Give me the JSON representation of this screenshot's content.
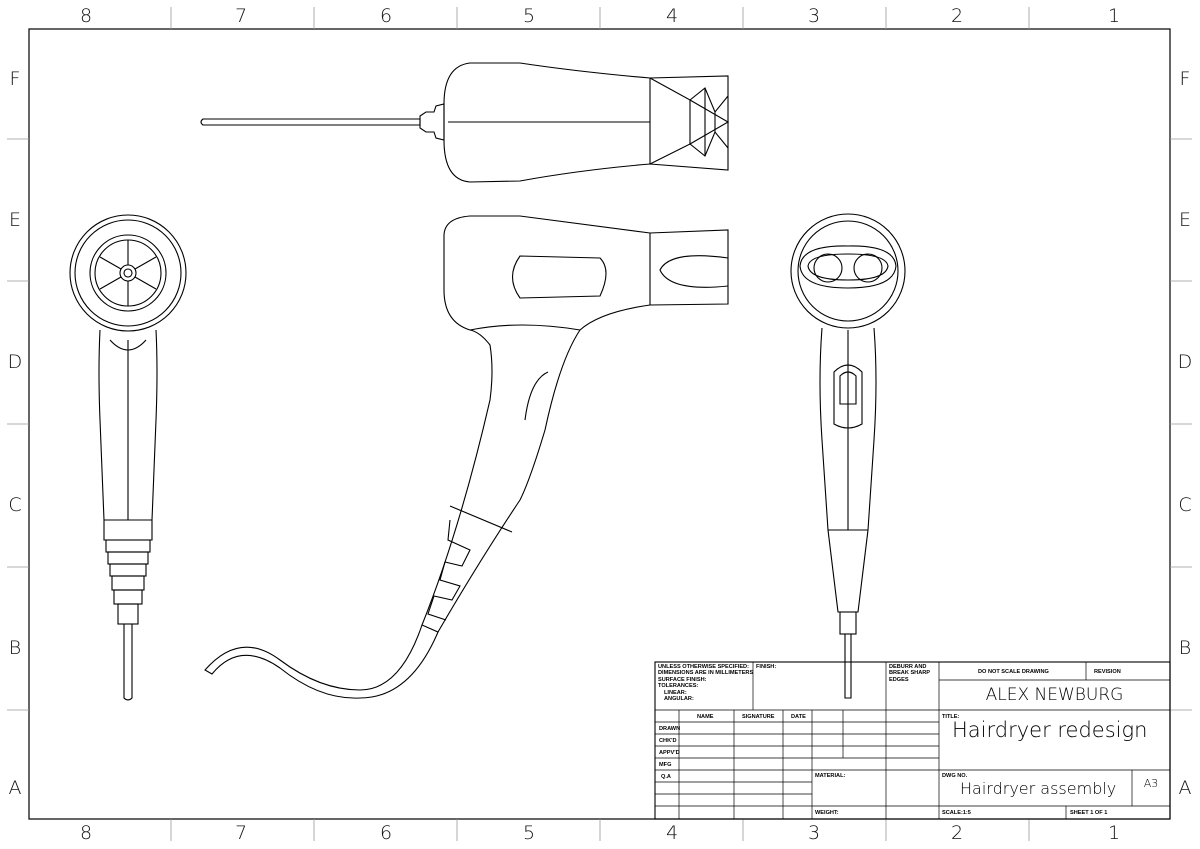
{
  "border": {
    "columns": [
      "8",
      "7",
      "6",
      "5",
      "4",
      "3",
      "2",
      "1"
    ],
    "rows": [
      "F",
      "E",
      "D",
      "C",
      "B",
      "A"
    ]
  },
  "title_block": {
    "tolerance_note": [
      "UNLESS OTHERWISE SPECIFIED:",
      "DIMENSIONS ARE IN MILLIMETERS",
      "SURFACE FINISH:",
      "TOLERANCES:",
      "LINEAR:",
      "ANGULAR:"
    ],
    "finish_label": "FINISH:",
    "deburr_note": [
      "DEBURR AND",
      "BREAK SHARP",
      "EDGES"
    ],
    "do_not_scale": "DO NOT SCALE DRAWING",
    "revision_label": "REVISION",
    "company": "ALEX NEWBURG",
    "columns": {
      "name": "NAME",
      "signature": "SIGNATURE",
      "date": "DATE"
    },
    "rows": [
      "DRAWN",
      "CHK'D",
      "APPV'D",
      "MFG",
      "Q.A"
    ],
    "title_label": "TITLE:",
    "title": "Hairdryer redesign",
    "material_label": "MATERIAL:",
    "dwg_label": "DWG NO.",
    "dwg_no": "Hairdryer assembly",
    "size": "A3",
    "weight_label": "WEIGHT:",
    "scale": "SCALE:1:5",
    "sheet": "SHEET 1 OF 1"
  }
}
